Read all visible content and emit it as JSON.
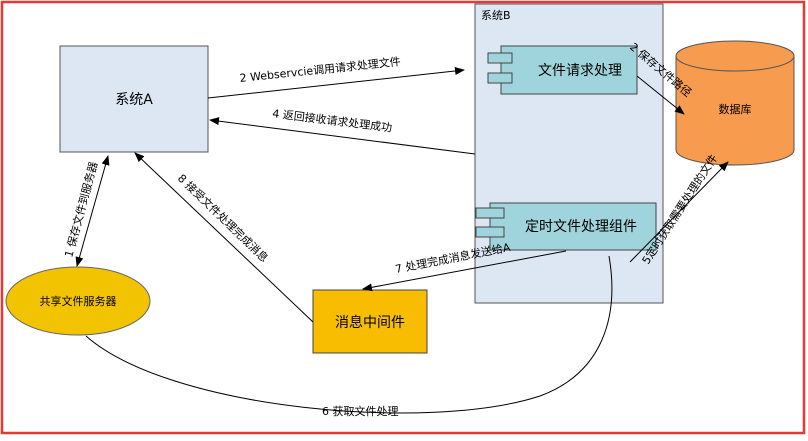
{
  "diagram": {
    "nodes": {
      "system_a": "系统A",
      "system_b": "系统B",
      "file_request": "文件请求处理",
      "database": "数据库",
      "timer_component": "定时文件处理组件",
      "file_server": "共享文件服务器",
      "mq": "消息中间件"
    },
    "edges": {
      "e1": "1 保存文件到服务器",
      "e2": "2 Webservcie调用请求处理文件",
      "e2b": "2 保存文件路径",
      "e4": "4 返回接收请求处理成功",
      "e5": "5定时获取需要处理的文件",
      "e6": "6 获取文件处理",
      "e7": "7 处理完成消息发送给A",
      "e8": "8 接受文件处理完成消息"
    }
  },
  "colors": {
    "frame": "#e53935",
    "box_fill": "#dde6f3",
    "component_fill": "#9fd4dc",
    "database_fill": "#f79b4f",
    "server_fill": "#f2c300",
    "mq_fill": "#f8bd00"
  }
}
